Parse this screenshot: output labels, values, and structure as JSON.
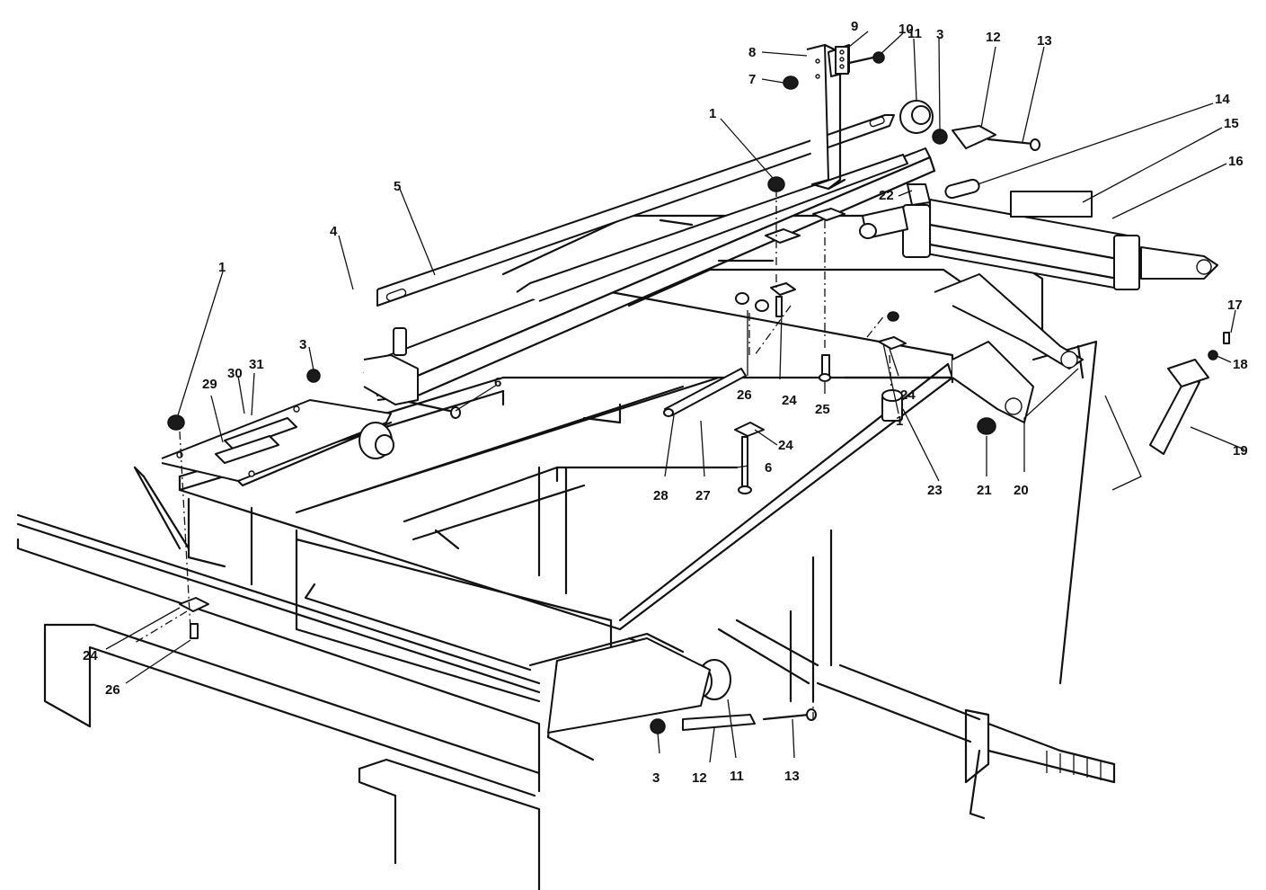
{
  "callouts": [
    {
      "id": "c1a",
      "text": "1"
    },
    {
      "id": "c1b",
      "text": "1"
    },
    {
      "id": "c1c",
      "text": "1"
    },
    {
      "id": "c3a",
      "text": "3"
    },
    {
      "id": "c3b",
      "text": "3"
    },
    {
      "id": "c3c",
      "text": "3"
    },
    {
      "id": "c4",
      "text": "4"
    },
    {
      "id": "c5",
      "text": "5"
    },
    {
      "id": "c6a",
      "text": "6"
    },
    {
      "id": "c6b",
      "text": "6"
    },
    {
      "id": "c7",
      "text": "7"
    },
    {
      "id": "c8",
      "text": "8"
    },
    {
      "id": "c9",
      "text": "9"
    },
    {
      "id": "c10",
      "text": "10"
    },
    {
      "id": "c11a",
      "text": "11"
    },
    {
      "id": "c11b",
      "text": "11"
    },
    {
      "id": "c12a",
      "text": "12"
    },
    {
      "id": "c12b",
      "text": "12"
    },
    {
      "id": "c13a",
      "text": "13"
    },
    {
      "id": "c13b",
      "text": "13"
    },
    {
      "id": "c14",
      "text": "14"
    },
    {
      "id": "c15",
      "text": "15"
    },
    {
      "id": "c16",
      "text": "16"
    },
    {
      "id": "c17",
      "text": "17"
    },
    {
      "id": "c18",
      "text": "18"
    },
    {
      "id": "c19",
      "text": "19"
    },
    {
      "id": "c20",
      "text": "20"
    },
    {
      "id": "c21",
      "text": "21"
    },
    {
      "id": "c22",
      "text": "22"
    },
    {
      "id": "c23",
      "text": "23"
    },
    {
      "id": "c24a",
      "text": "24"
    },
    {
      "id": "c24b",
      "text": "24"
    },
    {
      "id": "c24c",
      "text": "24"
    },
    {
      "id": "c24d",
      "text": "24"
    },
    {
      "id": "c25",
      "text": "25"
    },
    {
      "id": "c26a",
      "text": "26"
    },
    {
      "id": "c26b",
      "text": "26"
    },
    {
      "id": "c27",
      "text": "27"
    },
    {
      "id": "c28",
      "text": "28"
    },
    {
      "id": "c29",
      "text": "29"
    },
    {
      "id": "c30",
      "text": "30"
    },
    {
      "id": "c31",
      "text": "31"
    }
  ]
}
